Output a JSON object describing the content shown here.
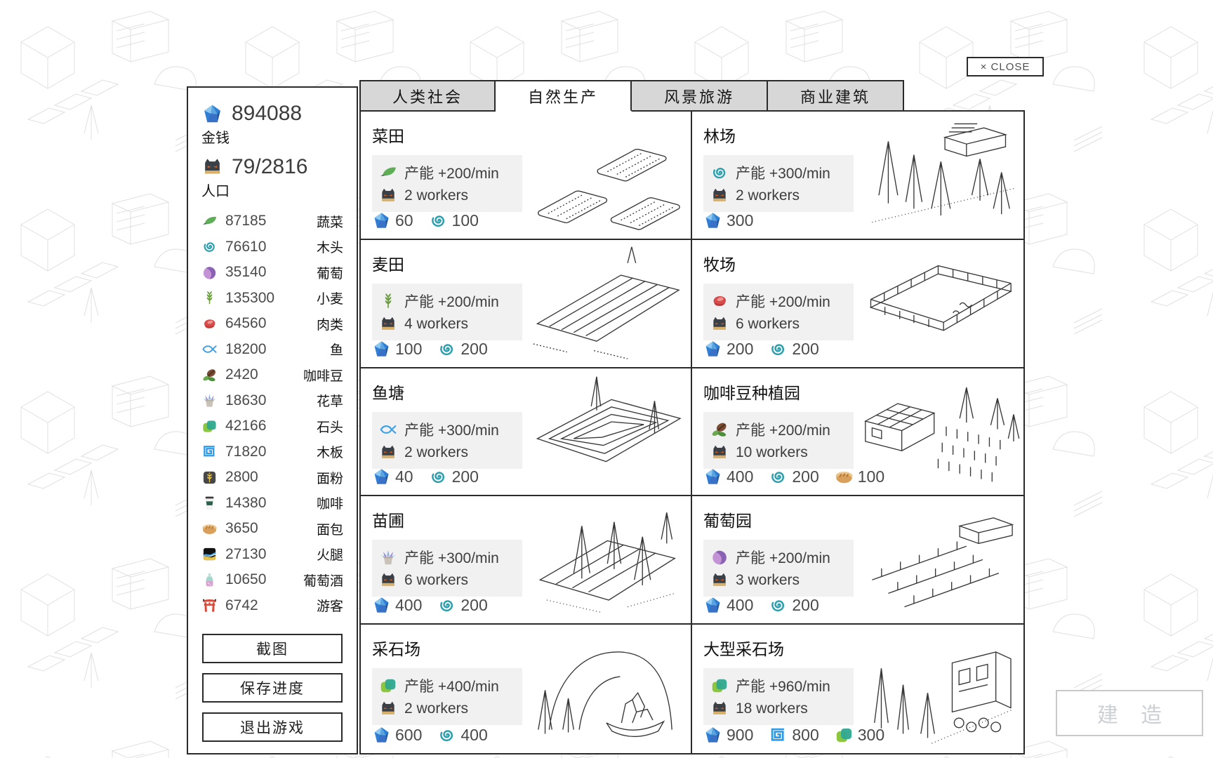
{
  "window": {
    "close_button": "× CLOSE"
  },
  "sidebar": {
    "money": {
      "icon": "gem",
      "value": "894088",
      "label": "金钱"
    },
    "population": {
      "icon": "cat",
      "value": "79/2816",
      "label": "人口"
    },
    "resources": [
      {
        "key": "vegetable",
        "icon": "leaf",
        "count": "87185",
        "name": "蔬菜"
      },
      {
        "key": "wood",
        "icon": "wood",
        "count": "76610",
        "name": "木头"
      },
      {
        "key": "grape",
        "icon": "grape",
        "count": "35140",
        "name": "葡萄"
      },
      {
        "key": "wheat",
        "icon": "wheat",
        "count": "135300",
        "name": "小麦"
      },
      {
        "key": "meat",
        "icon": "meat",
        "count": "64560",
        "name": "肉类"
      },
      {
        "key": "fish",
        "icon": "fish",
        "count": "18200",
        "name": "鱼"
      },
      {
        "key": "coffee-bean",
        "icon": "coffee-bean",
        "count": "2420",
        "name": "咖啡豆"
      },
      {
        "key": "flower",
        "icon": "flower",
        "count": "18630",
        "name": "花草"
      },
      {
        "key": "stone",
        "icon": "stone",
        "count": "42166",
        "name": "石头"
      },
      {
        "key": "plank",
        "icon": "plank",
        "count": "71820",
        "name": "木板"
      },
      {
        "key": "flour",
        "icon": "flour",
        "count": "2800",
        "name": "面粉"
      },
      {
        "key": "coffee",
        "icon": "coffee",
        "count": "14380",
        "name": "咖啡"
      },
      {
        "key": "bread",
        "icon": "bread",
        "count": "3650",
        "name": "面包"
      },
      {
        "key": "ham",
        "icon": "ham",
        "count": "27130",
        "name": "火腿"
      },
      {
        "key": "wine",
        "icon": "wine",
        "count": "10650",
        "name": "葡萄酒"
      },
      {
        "key": "tourist",
        "icon": "torii",
        "count": "6742",
        "name": "游客"
      }
    ],
    "buttons": [
      {
        "key": "screenshot",
        "label": "截图"
      },
      {
        "key": "save",
        "label": "保存进度"
      },
      {
        "key": "quit",
        "label": "退出游戏"
      }
    ]
  },
  "tabs": [
    {
      "key": "human-society",
      "label": "人类社会",
      "active": false
    },
    {
      "key": "natural-production",
      "label": "自然生产",
      "active": true
    },
    {
      "key": "scenic-tourism",
      "label": "风景旅游",
      "active": false
    },
    {
      "key": "commercial-building",
      "label": "商业建筑",
      "active": false
    }
  ],
  "worker_icon": "cat",
  "cards": [
    {
      "key": "vegetable-field",
      "title": "菜田",
      "icon": "leaf",
      "production": "产能 +200/min",
      "workers": "2 workers",
      "costs": [
        {
          "icon": "gem",
          "value": "60"
        },
        {
          "icon": "wood",
          "value": "100"
        }
      ]
    },
    {
      "key": "forest-farm",
      "title": "林场",
      "icon": "wood",
      "production": "产能 +300/min",
      "workers": "2 workers",
      "costs": [
        {
          "icon": "gem",
          "value": "300"
        }
      ]
    },
    {
      "key": "wheat-field",
      "title": "麦田",
      "icon": "wheat",
      "production": "产能 +200/min",
      "workers": "4 workers",
      "costs": [
        {
          "icon": "gem",
          "value": "100"
        },
        {
          "icon": "wood",
          "value": "200"
        }
      ]
    },
    {
      "key": "pasture",
      "title": "牧场",
      "icon": "meat",
      "production": "产能 +200/min",
      "workers": "6 workers",
      "costs": [
        {
          "icon": "gem",
          "value": "200"
        },
        {
          "icon": "wood",
          "value": "200"
        }
      ]
    },
    {
      "key": "fish-pond",
      "title": "鱼塘",
      "icon": "fish",
      "production": "产能 +300/min",
      "workers": "2 workers",
      "costs": [
        {
          "icon": "gem",
          "value": "40"
        },
        {
          "icon": "wood",
          "value": "200"
        }
      ]
    },
    {
      "key": "coffee-plantation",
      "title": "咖啡豆种植园",
      "icon": "coffee-bean",
      "production": "产能 +200/min",
      "workers": "10 workers",
      "costs": [
        {
          "icon": "gem",
          "value": "400"
        },
        {
          "icon": "wood",
          "value": "200"
        },
        {
          "icon": "bread",
          "value": "100"
        }
      ]
    },
    {
      "key": "nursery",
      "title": "苗圃",
      "icon": "flower",
      "production": "产能 +300/min",
      "workers": "6 workers",
      "costs": [
        {
          "icon": "gem",
          "value": "400"
        },
        {
          "icon": "wood",
          "value": "200"
        }
      ]
    },
    {
      "key": "vineyard",
      "title": "葡萄园",
      "icon": "grape",
      "production": "产能 +200/min",
      "workers": "3 workers",
      "costs": [
        {
          "icon": "gem",
          "value": "400"
        },
        {
          "icon": "wood",
          "value": "200"
        }
      ]
    },
    {
      "key": "quarry",
      "title": "采石场",
      "icon": "stone",
      "production": "产能 +400/min",
      "workers": "2 workers",
      "costs": [
        {
          "icon": "gem",
          "value": "600"
        },
        {
          "icon": "wood",
          "value": "400"
        }
      ]
    },
    {
      "key": "large-quarry",
      "title": "大型采石场",
      "icon": "stone",
      "production": "产能 +960/min",
      "workers": "18 workers",
      "costs": [
        {
          "icon": "gem",
          "value": "900"
        },
        {
          "icon": "plank",
          "value": "800"
        },
        {
          "icon": "stone",
          "value": "300"
        }
      ]
    }
  ],
  "build_button": {
    "label": "建 造"
  },
  "colors": {
    "panel_border": "#2b2b2b",
    "tab_inactive": "#d7d7d7",
    "info_box": "#f1f1f1",
    "accent_blue": "#2f7fd6",
    "disabled_text": "#ccd0d4"
  }
}
